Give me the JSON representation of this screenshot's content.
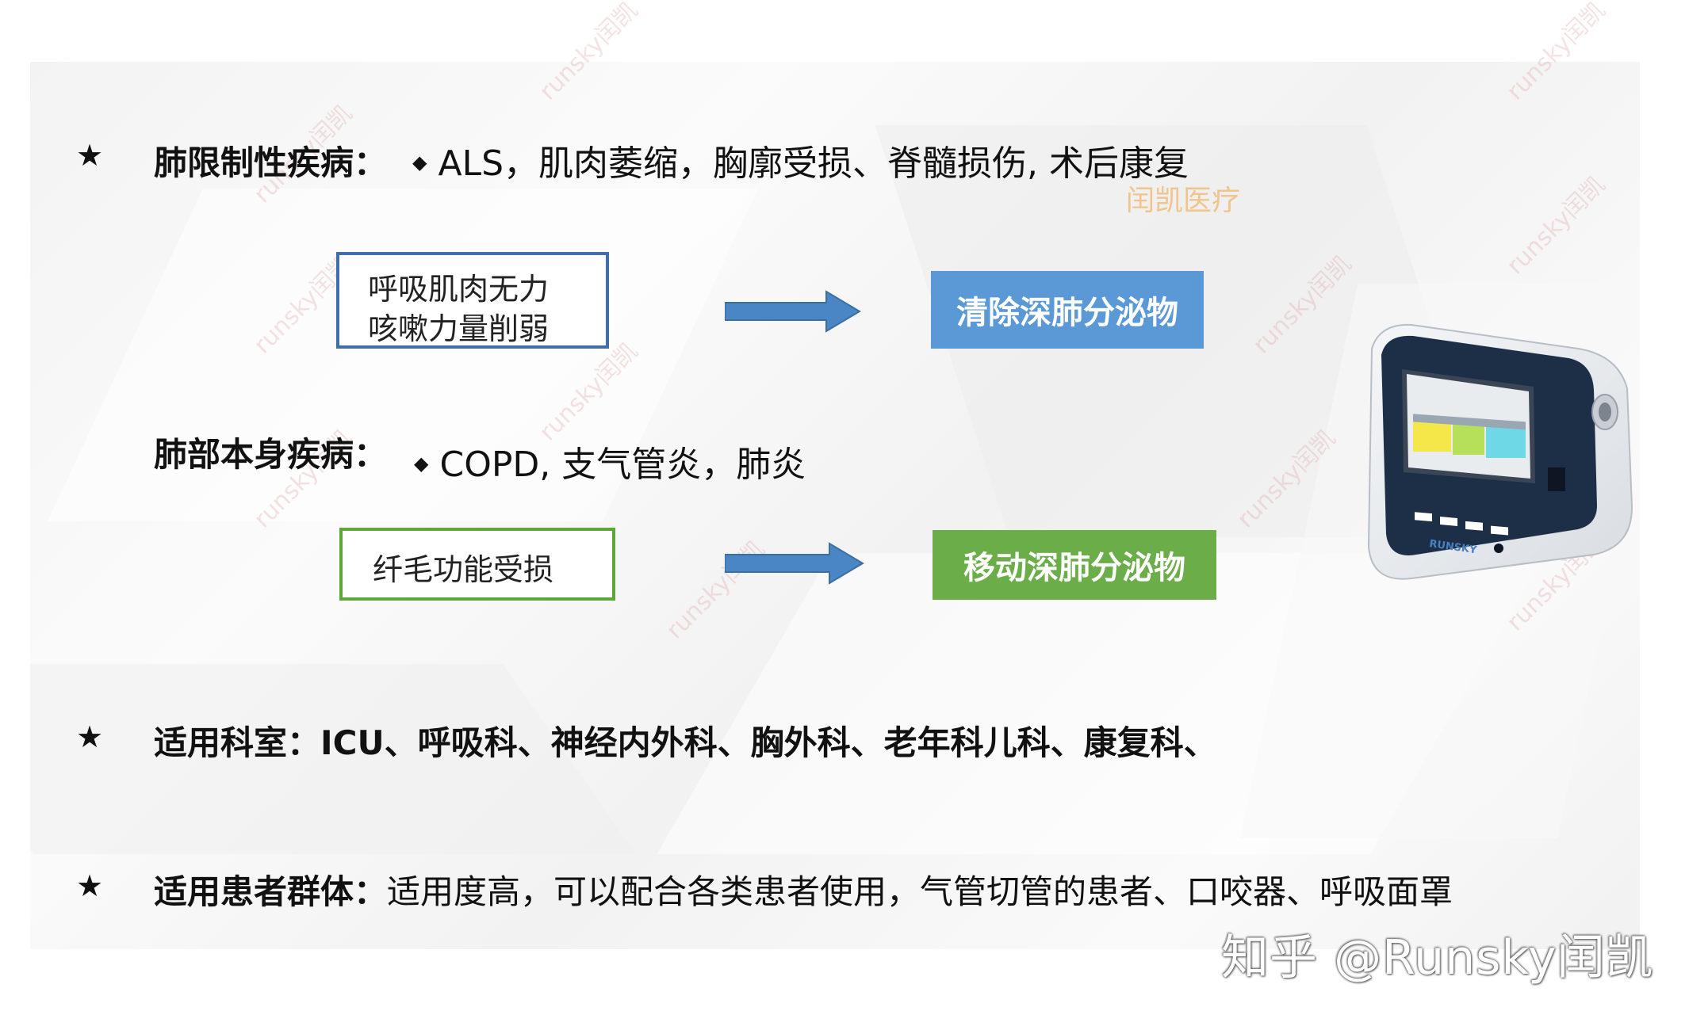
{
  "section1": {
    "star": "★",
    "label": "肺限制性疾病：",
    "bullet": "◆",
    "items": "ALS，肌肉萎缩，胸廓受损、脊髓损伤, 术后康复"
  },
  "brand_watermark": "闰凯医疗",
  "flow1": {
    "cause_line1": "呼吸肌肉无力",
    "cause_line2": "咳嗽力量削弱",
    "effect": "清除深肺分泌物"
  },
  "section2": {
    "label": "肺部本身疾病：",
    "bullet": "◆",
    "items": "COPD, 支气管炎，肺炎"
  },
  "flow2": {
    "cause": "纤毛功能受损",
    "effect": "移动深肺分泌物"
  },
  "section3": {
    "star": "★",
    "label": "适用科室：",
    "items": "ICU、呼吸科、神经内外科、胸外科、老年科儿科、康复科、"
  },
  "section4": {
    "star": "★",
    "label": "适用患者群体：",
    "items": "适用度高，可以配合各类患者使用，气管切管的患者、口咬器、呼吸面罩"
  },
  "device": {
    "brand": "RUNSKY"
  },
  "watermark_text": "runsky闰凯",
  "footer_watermark": "知乎 @Runsky闰凯",
  "colors": {
    "blue_outline": "#3f6eaa",
    "blue_fill": "#5a99d5",
    "green_outline": "#5ea53b",
    "green_fill": "#6bad48",
    "arrow": "#4a86c6"
  }
}
